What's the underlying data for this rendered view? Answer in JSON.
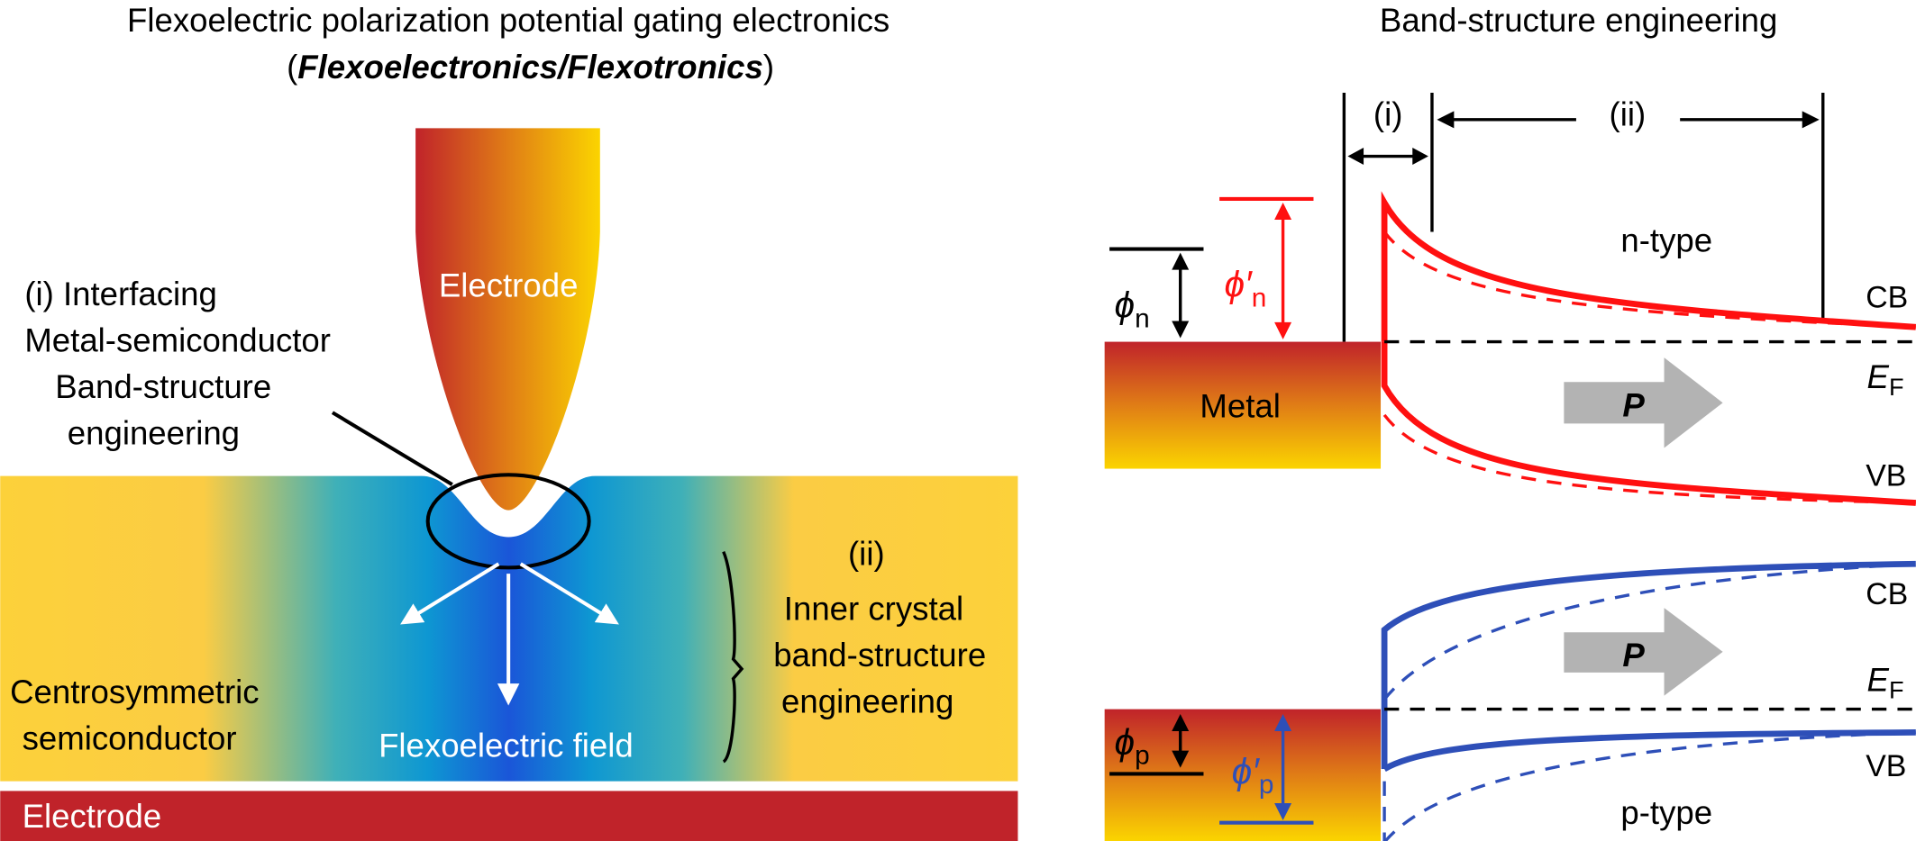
{
  "left_panel": {
    "title_line1": "Flexoelectric polarization potential gating electronics",
    "title_line2_open": "(",
    "title_line2_italic": "Flexoelectronics/Flexotronics",
    "title_line2_close": ")",
    "tip_electrode_label": "Electrode",
    "bottom_electrode_label": "Electrode",
    "interface_label": [
      "(i)   Interfacing",
      "Metal-semiconductor",
      "Band-structure",
      "engineering"
    ],
    "semiconductor_label": [
      "Centrosymmetric",
      "semiconductor"
    ],
    "field_label": "Flexoelectric field",
    "inner_label": [
      "(ii)",
      "Inner crystal",
      "band-structure",
      "engineering"
    ],
    "colors": {
      "electrode_red": "#c0232a",
      "semiconductor_yellow": "#fcd13a",
      "field_blue": "#1a56d8",
      "field_cyan": "#11a6c9"
    }
  },
  "right_panel": {
    "title": "Band-structure engineering",
    "region_i": "(i)",
    "region_ii": "(ii)",
    "n_type": {
      "label": "n-type",
      "metal_label": "Metal",
      "phi": "ϕ",
      "phi_sub": "n",
      "phi_prime": "ϕ′",
      "phi_prime_sub": "n",
      "cb": "CB",
      "vb": "VB",
      "ef": "E",
      "ef_sub": "F",
      "polarization": "P",
      "color": "#ff1010"
    },
    "p_type": {
      "label": "p-type",
      "phi": "ϕ",
      "phi_sub": "p",
      "phi_prime": "ϕ′",
      "phi_prime_sub": "p",
      "cb": "CB",
      "vb": "VB",
      "ef": "E",
      "ef_sub": "F",
      "polarization": "P",
      "color": "#2e4fb8"
    }
  }
}
